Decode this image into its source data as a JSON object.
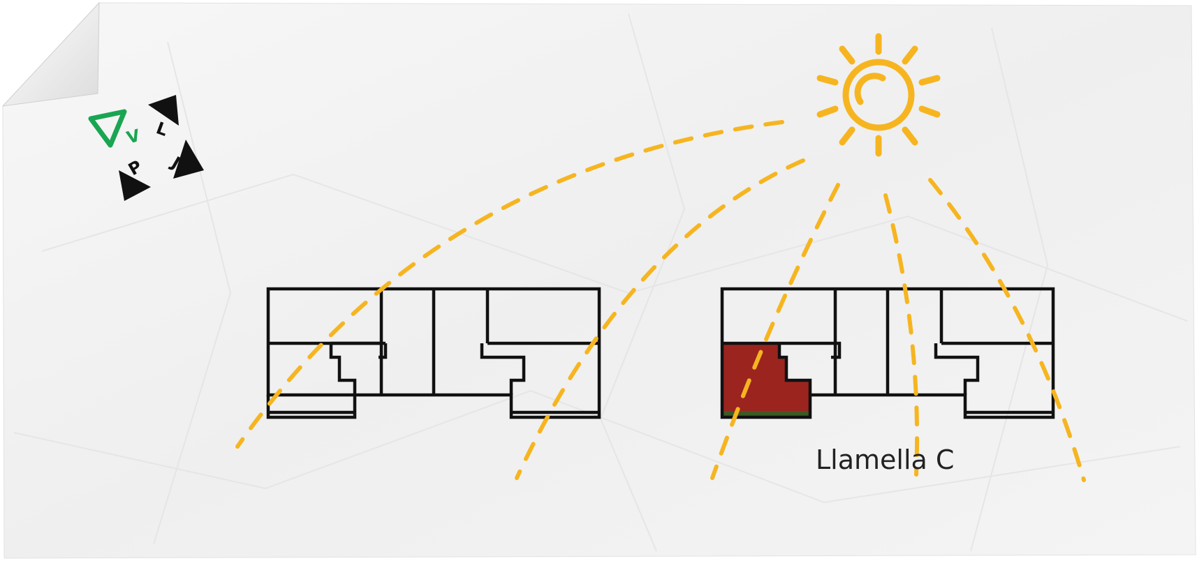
{
  "logo": {
    "letters": [
      "V",
      "L",
      "J",
      "P"
    ],
    "accent": "#1aa552",
    "dark": "#111111"
  },
  "diagram": {
    "block_label": "Llamella C",
    "highlight_color": "#9b241f",
    "sun_color": "#f6b520",
    "line_color": "#111111",
    "paper_color": "#f3f3f3"
  }
}
